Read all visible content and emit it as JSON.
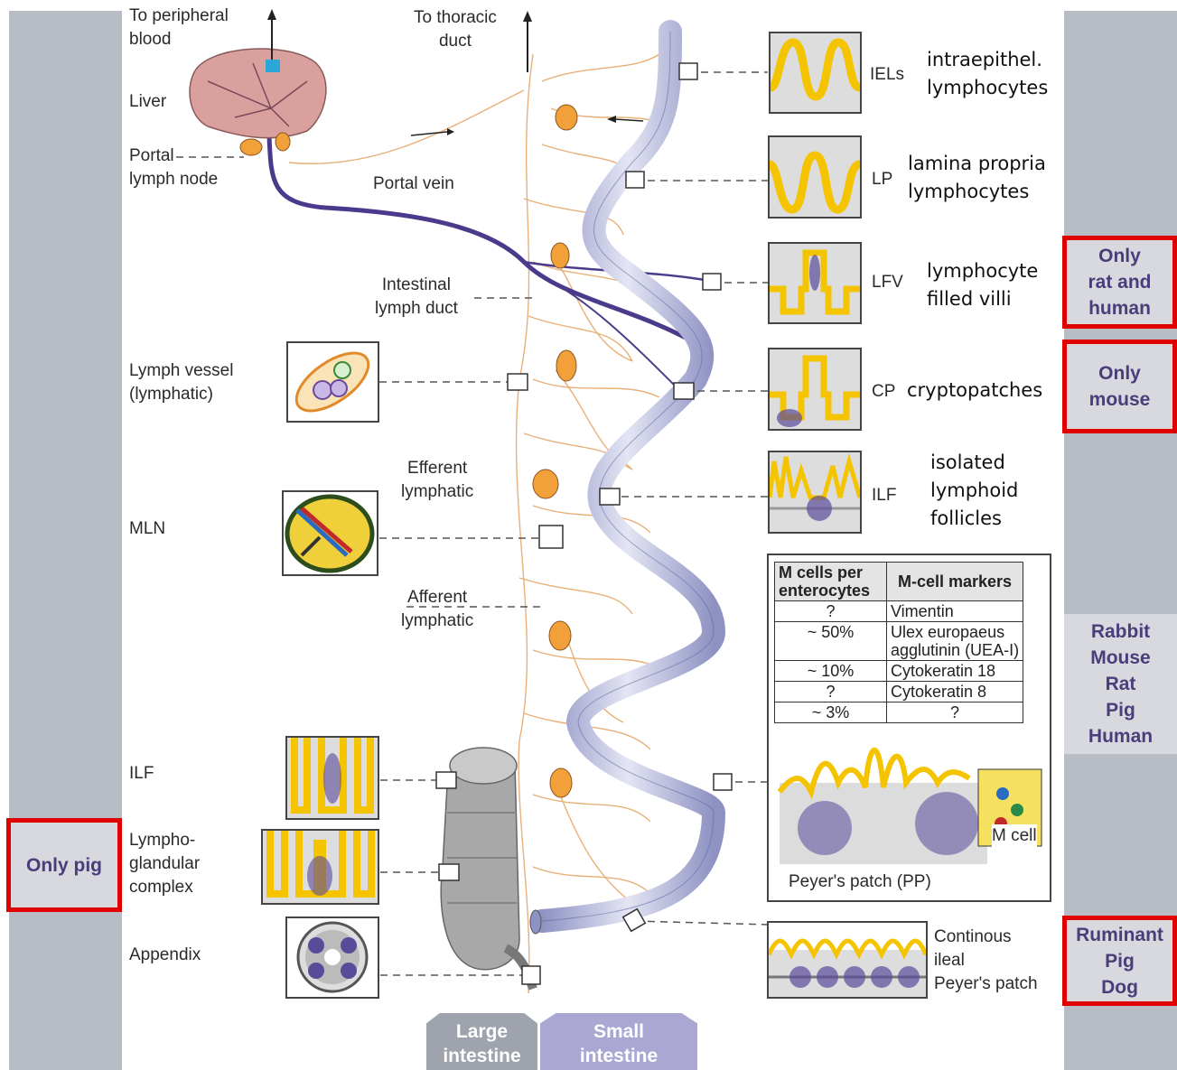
{
  "top_labels": {
    "to_peripheral_blood": "To peripheral\nblood",
    "to_thoracic_duct": "To thoracic\nduct"
  },
  "left_labels": {
    "liver": "Liver",
    "portal_lymph_node": "Portal\nlymph node",
    "portal_vein": "Portal vein",
    "intestinal_lymph_duct": "Intestinal\nlymph duct",
    "lymph_vessel": "Lymph vessel\n(lymphatic)",
    "efferent_lymphatic": "Efferent\nlymphatic",
    "mln": "MLN",
    "afferent_lymphatic": "Afferent\nlymphatic",
    "ilf": "ILF",
    "lymphoglandular_complex": "Lympho-\nglandular\ncomplex",
    "appendix": "Appendix"
  },
  "right_panels": [
    {
      "abbr": "IELs",
      "annotation": "intraepithel.\nlymphocytes"
    },
    {
      "abbr": "LP",
      "annotation": "lamina propria\nlymphocytes"
    },
    {
      "abbr": "LFV",
      "annotation": "lymphocyte\nfilled villi"
    },
    {
      "abbr": "CP",
      "annotation": "cryptopatches"
    },
    {
      "abbr": "ILF",
      "annotation": "isolated\nlymphoid\nfollicles"
    }
  ],
  "mcell_table": {
    "headers": [
      "M cells per\nenterocytes",
      "M-cell markers"
    ],
    "rows": [
      [
        "?",
        "Vimentin"
      ],
      [
        "~ 50%",
        "Ulex europaeus\nagglutinin (UEA-I)"
      ],
      [
        "~ 10%",
        "Cytokeratin 18"
      ],
      [
        "?",
        "Cytokeratin 8"
      ],
      [
        "~ 3%",
        "?"
      ]
    ]
  },
  "peyers_patch": {
    "label": "Peyer's patch (PP)",
    "m_cell": "M cell"
  },
  "continuous_pp": "Continous\nileal\nPeyer's patch",
  "species_notes": {
    "lfv": "Only\nrat and\nhuman",
    "cp": "Only\nmouse",
    "pp": "Rabbit\nMouse\nRat\nPig\nHuman",
    "continuous": "Ruminant\nPig\nDog",
    "lymphoglandular": "Only pig"
  },
  "bottom_tabs": {
    "large": "Large\nintestine",
    "small": "Small\nintestine"
  },
  "colors": {
    "sidebar": "#b7bcc5",
    "highlight_border": "#e10000",
    "species_text": "#4a3d7a",
    "villus_yellow": "#f5c400",
    "lymph_node_orange": "#f2a03a",
    "lymph_vessel": "#e8b078",
    "portal_vein": "#4b3a8c",
    "intestine_tube": "#b9bcdc"
  }
}
